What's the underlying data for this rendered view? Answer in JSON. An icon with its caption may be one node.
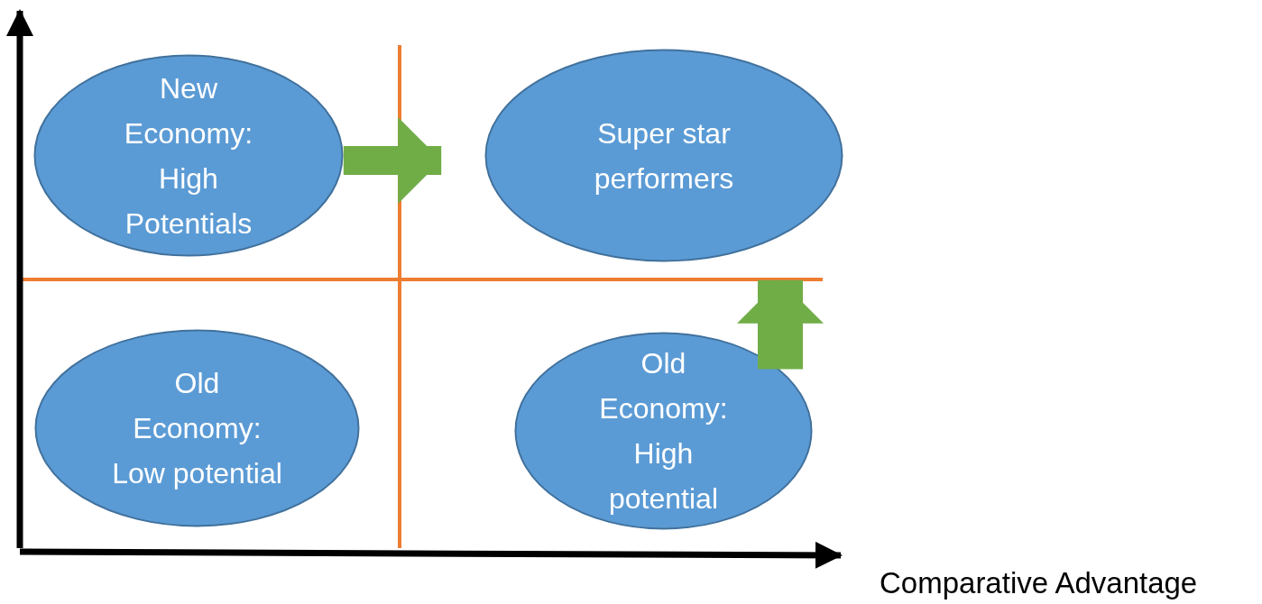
{
  "diagram": {
    "nodes": [
      {
        "text": [
          "New Economy: High Potentials"
        ]
      },
      {
        "text": [
          "Super star performers"
        ]
      },
      {
        "text": [
          "Old Economy: Low potential"
        ]
      },
      {
        "text": [
          "Old Economy: High potential"
        ]
      }
    ],
    "edges": [
      {
        "from": 0,
        "to": 1,
        "arrow": "to"
      },
      {
        "from": 3,
        "to": 1,
        "arrow": "to"
      }
    ],
    "labels": [
      "Comparative Advantage"
    ]
  }
}
